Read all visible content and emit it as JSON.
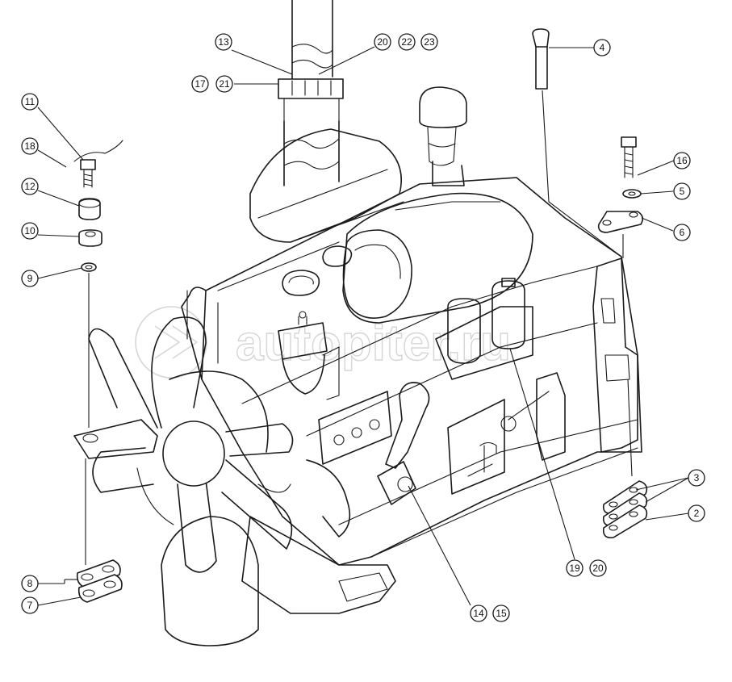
{
  "diagram": {
    "callouts": [
      "2",
      "3",
      "4",
      "5",
      "6",
      "7",
      "8",
      "9",
      "10",
      "11",
      "12",
      "13",
      "14",
      "15",
      "16",
      "17",
      "18",
      "19",
      "20",
      "20",
      "21",
      "22",
      "23"
    ],
    "watermark": "autopiter.ru"
  }
}
